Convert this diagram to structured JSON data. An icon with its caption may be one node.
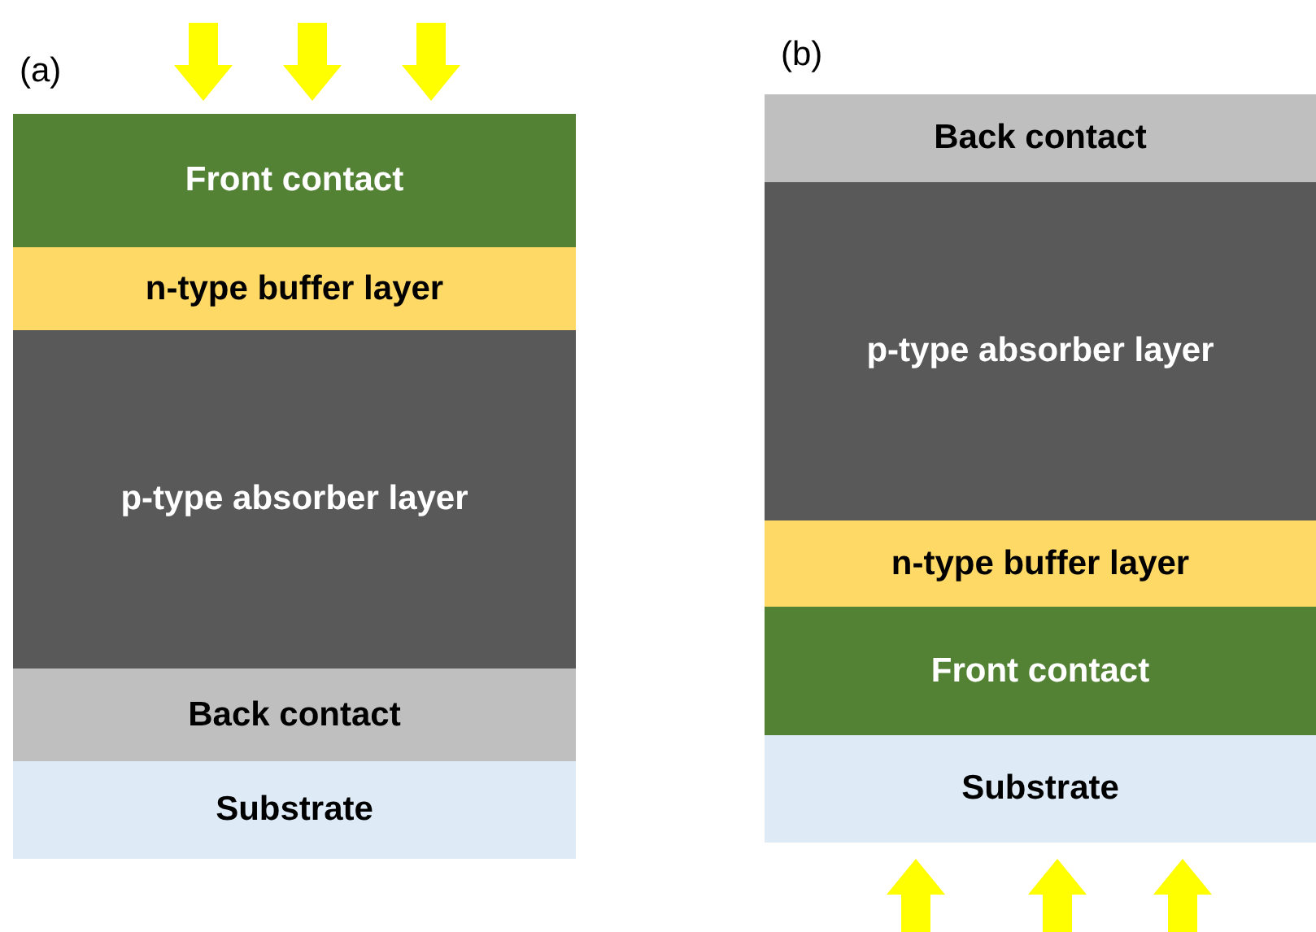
{
  "diagram": {
    "nodes": [
      {
        "text": [
          "Front contact"
        ]
      },
      {
        "text": [
          "n-type buffer layer"
        ]
      },
      {
        "text": [
          "p-type absorber layer"
        ]
      },
      {
        "text": [
          "Back contact"
        ]
      },
      {
        "text": [
          "Substrate"
        ]
      },
      {
        "text": [
          "Back contact"
        ]
      },
      {
        "text": [
          "p-type absorber layer"
        ]
      },
      {
        "text": [
          "n-type buffer layer"
        ]
      },
      {
        "text": [
          "Front contact"
        ]
      },
      {
        "text": [
          "Substrate"
        ]
      }
    ],
    "labels": [
      "(a)",
      "(b)"
    ]
  }
}
